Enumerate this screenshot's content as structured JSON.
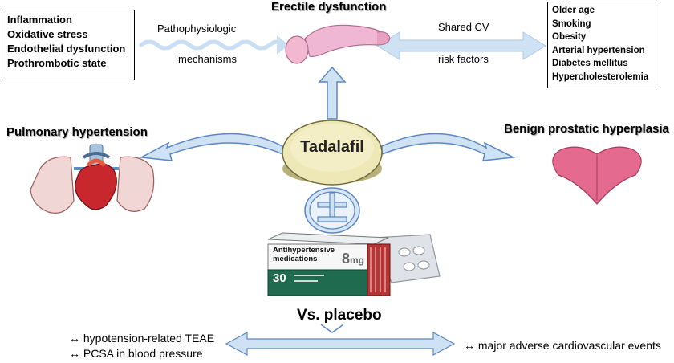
{
  "left_box": {
    "items": [
      "Inflammation",
      "Oxidative stress",
      "Endothelial dysfunction",
      "Prothrombotic state"
    ]
  },
  "right_box": {
    "items": [
      "Older age",
      "Smoking",
      "Obesity",
      "Arterial hypertension",
      "Diabetes mellitus",
      "Hypercholesterolemia"
    ]
  },
  "top": {
    "title": "Erectile dysfunction",
    "left_label_1": "Pathophysiologic",
    "left_label_2": "mechanisms",
    "right_label_1": "Shared CV",
    "right_label_2": "risk factors"
  },
  "center": {
    "pill_label": "Tadalafil",
    "plus_minus": "±"
  },
  "left_title": "Pulmonary hypertension",
  "right_title": "Benign prostatic hyperplasia",
  "medication": {
    "name_1": "Antihypertensive",
    "name_2": "medications",
    "dose_number": "8",
    "dose_unit": "mg",
    "count": "30"
  },
  "comparison": "Vs. placebo",
  "bottom_left": {
    "line_1": "↔ hypotension-related TEAE",
    "line_2": "↔ PCSA in blood pressure"
  },
  "bottom_right": "↔ major adverse cardiovascular events",
  "colors": {
    "arrow_fill": "#cfe2f3",
    "arrow_stroke": "#5b87c5",
    "pill_fill": "#ede8b5",
    "box_green": "#1e6b4f",
    "prostate": "#e56a90",
    "penis": "#efb7d3"
  }
}
